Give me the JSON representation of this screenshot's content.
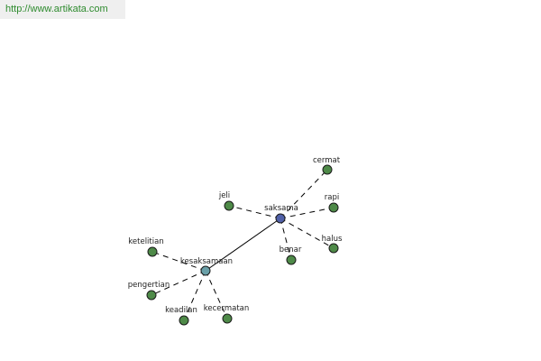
{
  "source_url": "http://www.artikata.com",
  "graph": {
    "colors": {
      "hub": "#5060a8",
      "hub2": "#6aa0a8",
      "leaf": "#4e8a48"
    },
    "nodes": [
      {
        "id": "saksama",
        "label": "saksama",
        "kind": "hub"
      },
      {
        "id": "kesaksamaan",
        "label": "kesaksamaan",
        "kind": "hub2"
      },
      {
        "id": "cermat",
        "label": "cermat",
        "kind": "leaf"
      },
      {
        "id": "jeli",
        "label": "jeli",
        "kind": "leaf"
      },
      {
        "id": "rapi",
        "label": "rapi",
        "kind": "leaf"
      },
      {
        "id": "halus",
        "label": "halus",
        "kind": "leaf"
      },
      {
        "id": "benar",
        "label": "benar",
        "kind": "leaf"
      },
      {
        "id": "ketelitian",
        "label": "ketelitian",
        "kind": "leaf"
      },
      {
        "id": "pengertian",
        "label": "pengertian",
        "kind": "leaf"
      },
      {
        "id": "keadilan",
        "label": "keadilan",
        "kind": "leaf"
      },
      {
        "id": "kecermatan",
        "label": "kecermatan",
        "kind": "leaf"
      }
    ],
    "edges": [
      {
        "from": "saksama",
        "to": "kesaksamaan",
        "style": "solid"
      },
      {
        "from": "saksama",
        "to": "cermat",
        "style": "dashed"
      },
      {
        "from": "saksama",
        "to": "jeli",
        "style": "dashed"
      },
      {
        "from": "saksama",
        "to": "rapi",
        "style": "dashed"
      },
      {
        "from": "saksama",
        "to": "halus",
        "style": "dashed"
      },
      {
        "from": "saksama",
        "to": "benar",
        "style": "dashed"
      },
      {
        "from": "kesaksamaan",
        "to": "ketelitian",
        "style": "dashed"
      },
      {
        "from": "kesaksamaan",
        "to": "pengertian",
        "style": "dashed"
      },
      {
        "from": "kesaksamaan",
        "to": "keadilan",
        "style": "dashed"
      },
      {
        "from": "kesaksamaan",
        "to": "kecermatan",
        "style": "dashed"
      }
    ]
  }
}
